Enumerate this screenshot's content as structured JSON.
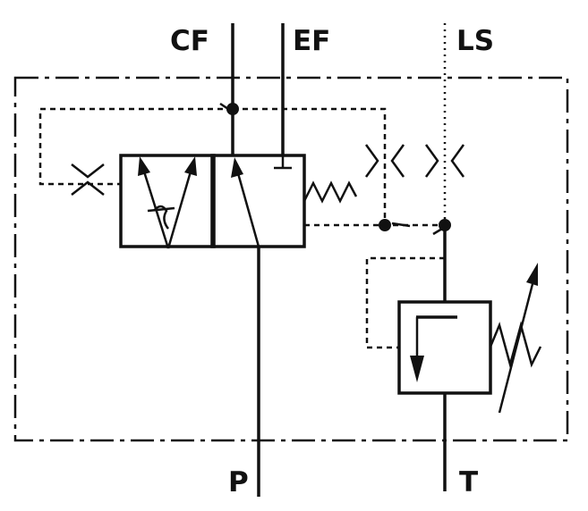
{
  "ports": {
    "cf": "CF",
    "ef": "EF",
    "ls": "LS",
    "p": "P",
    "t": "T"
  },
  "colors": {
    "ink": "#111111",
    "background": "#ffffff"
  }
}
